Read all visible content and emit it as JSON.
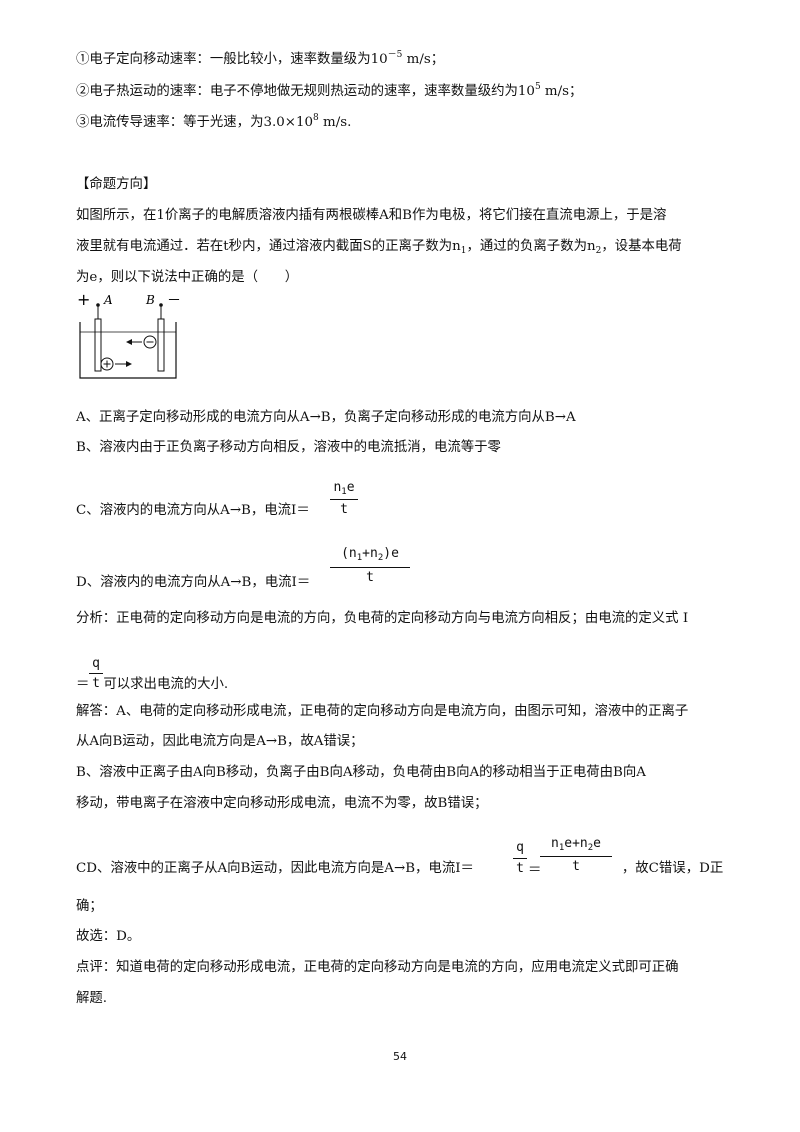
{
  "intro": {
    "item1": "①电子定向移动速率：一般比较小，速率数量级为10",
    "item1_exp": "－5",
    "item1_unit": " m/s；",
    "item2": "②电子热运动的速率：电子不停地做无规则热运动的速率，速率数量级约为10",
    "item2_exp": "5",
    "item2_unit": " m/s；",
    "item3": "③电流传导速率：等于光速，为3.0×10",
    "item3_exp": "8",
    "item3_unit": " m/s."
  },
  "question": {
    "heading": "【命题方向】",
    "line1": "如图所示，在1价离子的电解质溶液内插有两根碳棒A和B作为电极，将它们接在直流电源上，于是溶",
    "line2a": "液里就有电流通过．若在t秒内，通过溶液内截面S的正离子数为n",
    "line2_sub1": "1",
    "line2b": "，通过的负离子数为n",
    "line2_sub2": "2",
    "line2c": "，设基本电荷",
    "line3": "为e，则以下说法中正确的是（　　）"
  },
  "figure": {
    "plus": "+",
    "minus": "－",
    "label_a": "A",
    "label_b": "B"
  },
  "options": {
    "a": "A、正离子定向移动形成的电流方向从A→B，负离子定向移动形成的电流方向从B→A",
    "b": "B、溶液内由于正负离子移动方向相反，溶液中的电流抵消，电流等于零",
    "c_text": "C、溶液内的电流方向从A→B，电流I＝",
    "c_num": "n",
    "c_num_sub": "1",
    "c_num_tail": "e",
    "c_den": "t",
    "d_text": "D、溶液内的电流方向从A→B，电流I＝",
    "d_num_a": "(n",
    "d_num_sub1": "1",
    "d_num_b": "+n",
    "d_num_sub2": "2",
    "d_num_c": ")e",
    "d_den": "t"
  },
  "analysis": {
    "line1": "分析：正电荷的定向移动方向是电流的方向，负电荷的定向移动方向与电流方向相反；由电流的定义式 I",
    "frac_num": "q",
    "frac_den": "t",
    "line2_pre": "＝",
    "line2_post": "可以求出电流的大小."
  },
  "answer": {
    "line1": "解答：A、电荷的定向移动形成电流，正电荷的定向移动方向是电流方向，由图示可知，溶液中的正离子",
    "line2": "从A向B运动，因此电流方向是A→B，故A错误；",
    "line3": "B、溶液中正离子由A向B移动，负离子由B向A移动，负电荷由B向A的移动相当于正电荷由B向A",
    "line4": "移动，带电离子在溶液中定向移动形成电流，电流不为零，故B错误；",
    "cd_text": "CD、溶液中的正离子从A向B运动，因此电流方向是A→B，电流I＝",
    "cd_q": "q",
    "cd_t": "t",
    "cd_eq": "＝",
    "cd_num_a": "n",
    "cd_num_sub1": "1",
    "cd_num_b": "e+n",
    "cd_num_sub2": "2",
    "cd_num_c": "e",
    "cd_den": "t",
    "cd_tail": "，故C错误，D正",
    "line6": "确；",
    "choice": "故选：D。"
  },
  "comment": {
    "line1": "点评：知道电荷的定向移动形成电流，正电荷的定向移动方向是电流的方向，应用电流定义式即可正确",
    "line2": "解题."
  },
  "page_number": "54"
}
